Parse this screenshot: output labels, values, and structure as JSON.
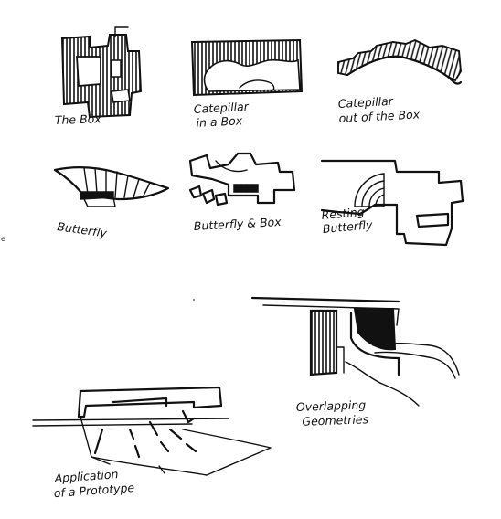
{
  "sketches": [
    {
      "id": "the-box",
      "lines": [
        "The Box"
      ]
    },
    {
      "id": "catepillar-in-box",
      "lines": [
        "Catepillar",
        "in a Box"
      ]
    },
    {
      "id": "catepillar-out-of-box",
      "lines": [
        "Catepillar",
        "out of the Box"
      ]
    },
    {
      "id": "butterfly",
      "lines": [
        "Butterfly"
      ]
    },
    {
      "id": "butterfly-and-box",
      "lines": [
        "Butterfly & Box"
      ]
    },
    {
      "id": "resting-butterfly",
      "lines": [
        "Resting",
        "Butterfly"
      ]
    },
    {
      "id": "overlapping-geometries",
      "lines": [
        "Overlapping",
        "Geometries"
      ]
    },
    {
      "id": "application-of-prototype",
      "lines": [
        "Application",
        "of a Prototype"
      ]
    }
  ],
  "margin_mark": "e"
}
